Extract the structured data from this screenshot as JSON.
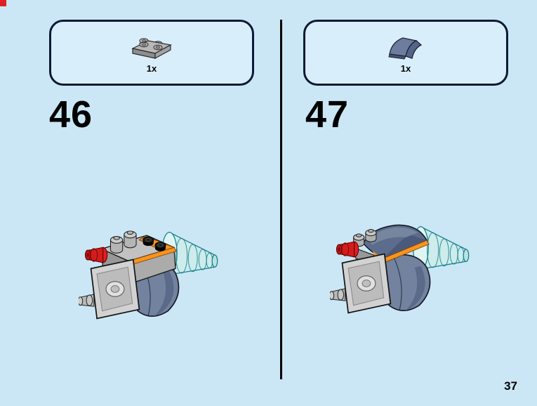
{
  "page": {
    "number": "37"
  },
  "steps": [
    {
      "number": "46",
      "parts": [
        {
          "count": "1x",
          "icon": "plate-1x2-gray-icon"
        }
      ]
    },
    {
      "number": "47",
      "parts": [
        {
          "count": "1x",
          "icon": "curved-slope-sand-blue-icon"
        }
      ]
    }
  ],
  "colors": {
    "page_background": "#cbe7f6",
    "callout_background": "#d9eefb",
    "callout_border": "#0c1a33",
    "divider": "#000000",
    "red": "#d41c1c",
    "orange": "#f7941d",
    "trans_light_blue": "#cdeceb",
    "teal_outline": "#17808d",
    "sand_blue": "#72829f",
    "slope_blue": "#5c6c8c",
    "gray_light": "#c2c2c2",
    "gray_mid": "#a8a8a8",
    "black_stud": "#1c1c1c"
  }
}
